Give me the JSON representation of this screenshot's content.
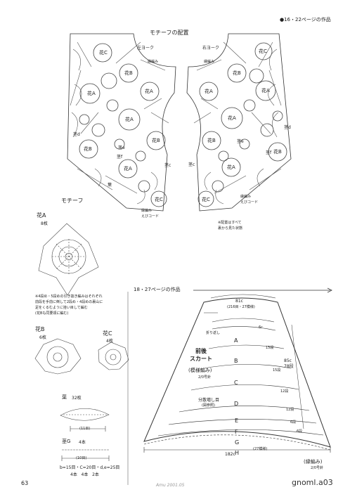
{
  "header": {
    "ref": "●16・22ページの作品"
  },
  "yoke": {
    "title": "モチーフの配置",
    "left_label": "左ヨーク",
    "right_label": "右ヨーク",
    "edge_left": "縁編み",
    "edge_right": "縁編み",
    "leaf": "葉",
    "stem_e": "茎e",
    "stem_f": "茎f",
    "stem_d": "茎d",
    "stem_c": "茎c",
    "cord_left": "縁編み\nえびコード",
    "cord_right": "縁編み\nえびコード",
    "note": "※配置はすべて\n裏から見た状態",
    "flowers_left": [
      "花C",
      "花B",
      "花B",
      "花A",
      "花A",
      "花A",
      "花B",
      "花A",
      "花C"
    ],
    "flowers_right": [
      "花C",
      "花B",
      "花B",
      "花A",
      "花A",
      "花A",
      "花B",
      "花A",
      "花C"
    ]
  },
  "motif": {
    "title": "モチーフ",
    "flower_a": "花A",
    "flower_a_count": "8枚",
    "note": "※4段め・5段めの引き抜き編みはそれぞれ\n前段を手前に倒して2段め・4段めの裏山に\n足をくるむように拾い目して編む\n(花Bも同要領に編む)",
    "flower_b": "花B",
    "flower_b_count": "6枚",
    "flower_c": "花C",
    "flower_c_count": "4枚",
    "leaf": "葉",
    "leaf_count": "32枚",
    "leaf_length": "(11目)",
    "stem": "茎G",
    "stem_count": "4本",
    "stem_length": "(10目)",
    "stem_spec": "b=15目・C=20目・d,e=25目",
    "stem_counts": "4本   4本   2本"
  },
  "skirt": {
    "ref": "18・27ページの作品",
    "top_measure": "81c",
    "top_sub": "(216目・27模様)",
    "fold": "折り返し",
    "name": "前後\nスカート",
    "pattern": "(模様編み)",
    "needle": "2/0号針",
    "increase": "分散増し目",
    "increase_sub": "(図参照)",
    "bands": [
      "A",
      "B",
      "C",
      "D",
      "E",
      "F",
      "G",
      "H"
    ],
    "right_dims": [
      "6c",
      "15段",
      "15段",
      "85c\n78段",
      "12段",
      "12段",
      "6段",
      "6段"
    ],
    "bottom_sub": "(27模様)",
    "bottom_measure": "182c",
    "edging": "(縁編み)",
    "edging_sub": "2/0号針"
  },
  "footer": {
    "page": "63",
    "magazine": "Amu 2001.05",
    "watermark": "gnoml.a03"
  }
}
